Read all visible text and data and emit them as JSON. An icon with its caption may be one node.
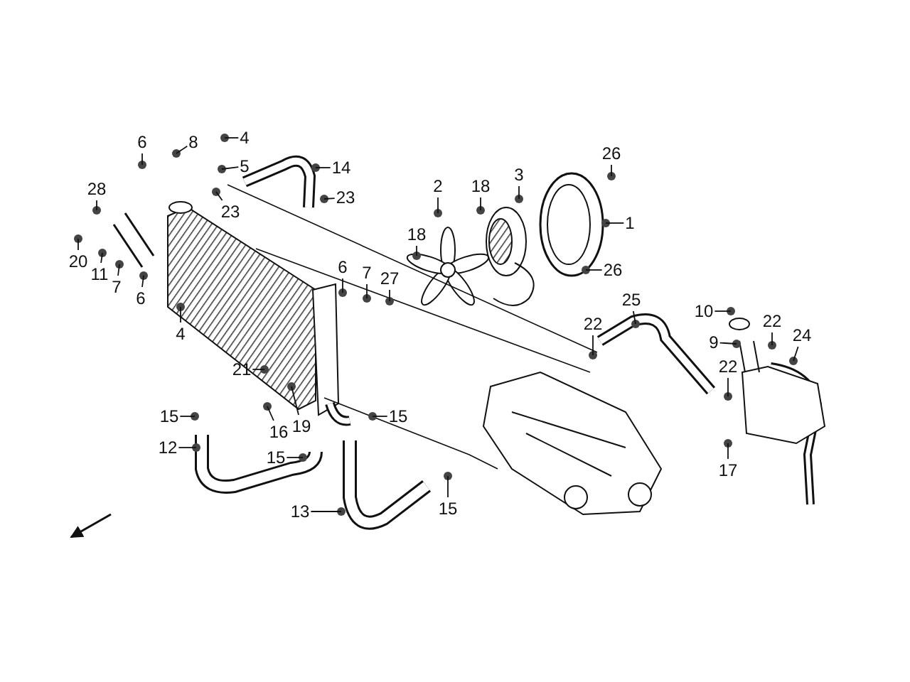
{
  "diagram": {
    "nodes": [
      {
        "text": [
          "6"
        ]
      },
      {
        "text": [
          "8"
        ]
      },
      {
        "text": [
          "4"
        ]
      },
      {
        "text": [
          "5"
        ]
      },
      {
        "text": [
          "14"
        ]
      },
      {
        "text": [
          "26"
        ]
      },
      {
        "text": [
          "28"
        ]
      },
      {
        "text": [
          "23"
        ]
      },
      {
        "text": [
          "23"
        ]
      },
      {
        "text": [
          "2"
        ]
      },
      {
        "text": [
          "18"
        ]
      },
      {
        "text": [
          "3"
        ]
      },
      {
        "text": [
          "1"
        ]
      },
      {
        "text": [
          "18"
        ]
      },
      {
        "text": [
          "20"
        ]
      },
      {
        "text": [
          "11"
        ]
      },
      {
        "text": [
          "7"
        ]
      },
      {
        "text": [
          "6"
        ]
      },
      {
        "text": [
          "26"
        ]
      },
      {
        "text": [
          "6"
        ]
      },
      {
        "text": [
          "7"
        ]
      },
      {
        "text": [
          "27"
        ]
      },
      {
        "text": [
          "4"
        ]
      },
      {
        "text": [
          "25"
        ]
      },
      {
        "text": [
          "10"
        ]
      },
      {
        "text": [
          "22"
        ]
      },
      {
        "text": [
          "22"
        ]
      },
      {
        "text": [
          "24"
        ]
      },
      {
        "text": [
          "9"
        ]
      },
      {
        "text": [
          "21"
        ]
      },
      {
        "text": [
          "22"
        ]
      },
      {
        "text": [
          "19"
        ]
      },
      {
        "text": [
          "16"
        ]
      },
      {
        "text": [
          "15"
        ]
      },
      {
        "text": [
          "15"
        ]
      },
      {
        "text": [
          "12"
        ]
      },
      {
        "text": [
          "15"
        ]
      },
      {
        "text": [
          "17"
        ]
      },
      {
        "text": [
          "13"
        ]
      },
      {
        "text": [
          "15"
        ]
      }
    ],
    "edges": [
      {
        "from": 0,
        "to": null,
        "arrow": "none"
      },
      {
        "from": 1,
        "to": null,
        "arrow": "none"
      },
      {
        "from": 2,
        "to": null,
        "arrow": "none"
      },
      {
        "from": 3,
        "to": null,
        "arrow": "none"
      },
      {
        "from": 4,
        "to": null,
        "arrow": "none"
      },
      {
        "from": 5,
        "to": null,
        "arrow": "none"
      },
      {
        "from": 6,
        "to": null,
        "arrow": "none"
      },
      {
        "from": 7,
        "to": null,
        "arrow": "none"
      },
      {
        "from": 8,
        "to": null,
        "arrow": "none"
      },
      {
        "from": 9,
        "to": null,
        "arrow": "none"
      },
      {
        "from": 10,
        "to": null,
        "arrow": "none"
      },
      {
        "from": 11,
        "to": null,
        "arrow": "none"
      },
      {
        "from": 12,
        "to": null,
        "arrow": "none"
      },
      {
        "from": 13,
        "to": null,
        "arrow": "none"
      },
      {
        "from": 14,
        "to": null,
        "arrow": "none"
      },
      {
        "from": 15,
        "to": null,
        "arrow": "none"
      },
      {
        "from": 16,
        "to": null,
        "arrow": "none"
      },
      {
        "from": 17,
        "to": null,
        "arrow": "none"
      },
      {
        "from": 18,
        "to": null,
        "arrow": "none"
      },
      {
        "from": 19,
        "to": null,
        "arrow": "none"
      },
      {
        "from": 20,
        "to": null,
        "arrow": "none"
      },
      {
        "from": 21,
        "to": null,
        "arrow": "none"
      },
      {
        "from": 22,
        "to": null,
        "arrow": "none"
      },
      {
        "from": 23,
        "to": null,
        "arrow": "none"
      },
      {
        "from": 24,
        "to": null,
        "arrow": "none"
      },
      {
        "from": 25,
        "to": null,
        "arrow": "none"
      },
      {
        "from": 26,
        "to": null,
        "arrow": "none"
      },
      {
        "from": 27,
        "to": null,
        "arrow": "none"
      },
      {
        "from": 28,
        "to": null,
        "arrow": "none"
      },
      {
        "from": 29,
        "to": null,
        "arrow": "none"
      },
      {
        "from": 30,
        "to": null,
        "arrow": "none"
      },
      {
        "from": 31,
        "to": null,
        "arrow": "none"
      },
      {
        "from": 32,
        "to": null,
        "arrow": "none"
      },
      {
        "from": 33,
        "to": null,
        "arrow": "none"
      },
      {
        "from": 34,
        "to": null,
        "arrow": "none"
      },
      {
        "from": 35,
        "to": null,
        "arrow": "none"
      },
      {
        "from": 36,
        "to": null,
        "arrow": "none"
      },
      {
        "from": 37,
        "to": null,
        "arrow": "none"
      },
      {
        "from": 38,
        "to": null,
        "arrow": "none"
      },
      {
        "from": 39,
        "to": null,
        "arrow": "none"
      }
    ]
  }
}
